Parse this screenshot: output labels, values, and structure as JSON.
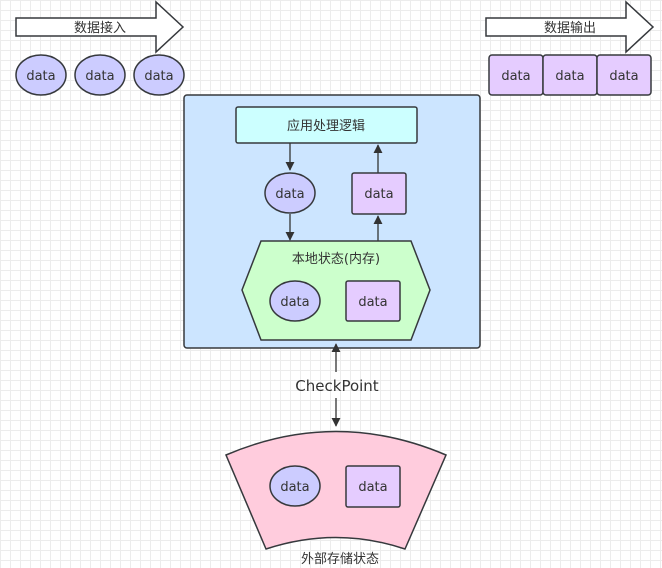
{
  "input_arrow": {
    "label": "数据接入"
  },
  "output_arrow": {
    "label": "数据输出"
  },
  "input_items": [
    "data",
    "data",
    "data"
  ],
  "output_items": [
    "data",
    "data",
    "data"
  ],
  "app_logic": {
    "label": "应用处理逻辑"
  },
  "flow_in_item": {
    "label": "data"
  },
  "flow_out_item": {
    "label": "data"
  },
  "local_state": {
    "label": "本地状态(内存)",
    "items": [
      "data",
      "data"
    ]
  },
  "checkpoint": {
    "label": "CheckPoint"
  },
  "external_state": {
    "label": "外部存储状态",
    "items": [
      "data",
      "data"
    ]
  },
  "colors": {
    "ellipse_fill": "#ccccff",
    "rect_fill": "#e5ccff",
    "app_box_fill": "#cce5ff",
    "logic_fill": "#ccffff",
    "local_state_fill": "#ccffcc",
    "external_fill": "#ffccdd",
    "stroke": "#36393d"
  }
}
